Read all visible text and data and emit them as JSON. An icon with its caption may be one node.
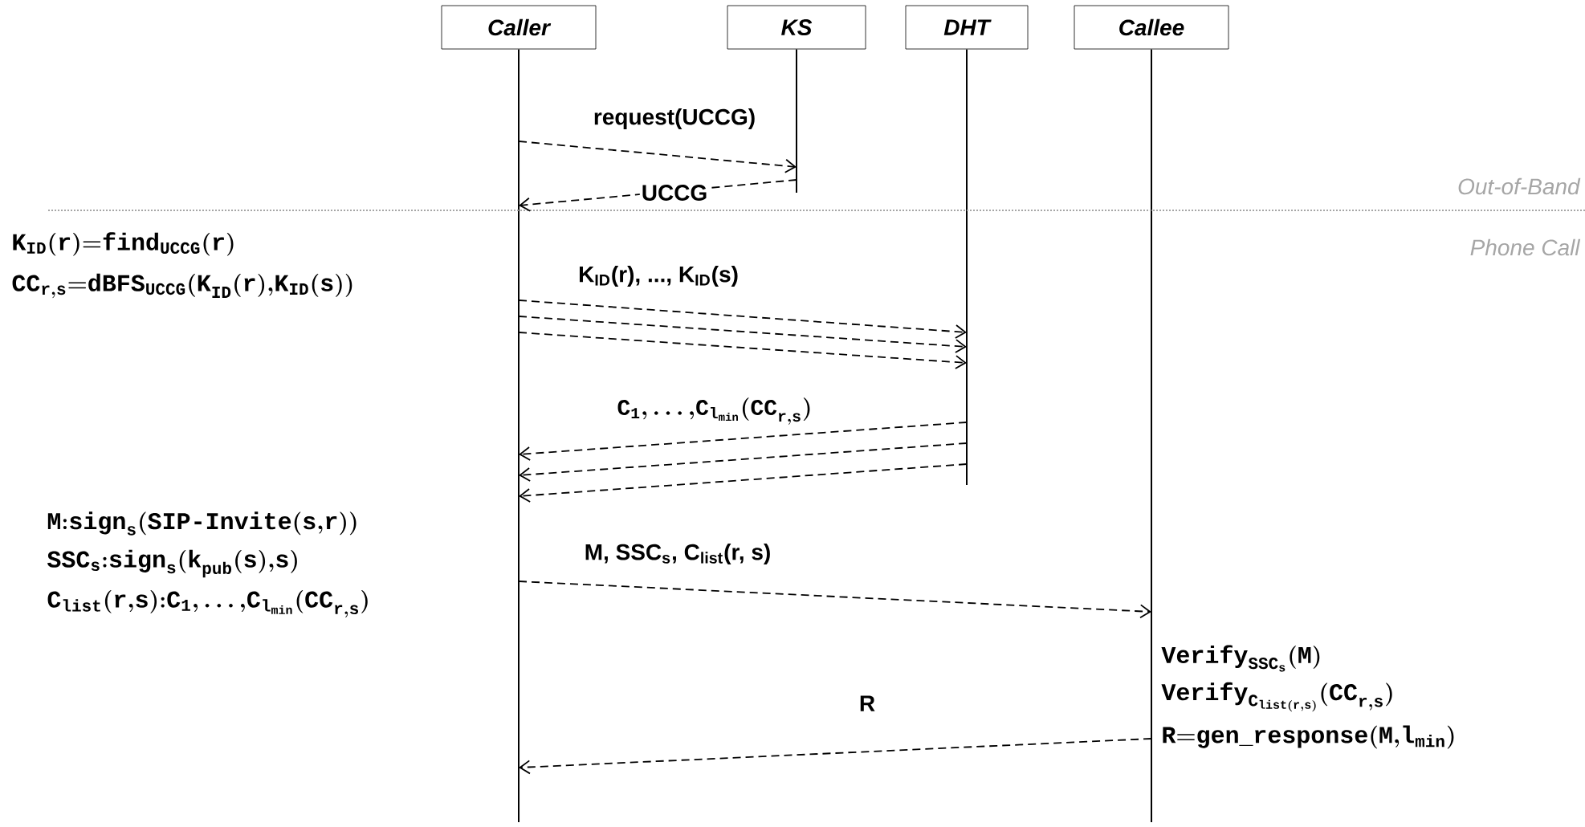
{
  "diagram": {
    "nodes": [
      {
        "text": [
          "Caller"
        ]
      },
      {
        "text": [
          "KS"
        ]
      },
      {
        "text": [
          "DHT"
        ]
      },
      {
        "text": [
          "Callee"
        ]
      }
    ],
    "edges": [
      {
        "from": 0,
        "to": 1,
        "arrow": "to",
        "style": "dashed",
        "label": "request(UCCG)"
      },
      {
        "from": 1,
        "to": 0,
        "arrow": "to",
        "style": "dashed",
        "label": "UCCG"
      },
      {
        "from": 0,
        "to": 2,
        "arrow": "to",
        "style": "dashed",
        "label": "K$_{ID}$(r), ..., K$_{ID}$(s)"
      },
      {
        "from": 0,
        "to": 2,
        "arrow": "to",
        "style": "dashed"
      },
      {
        "from": 0,
        "to": 2,
        "arrow": "to",
        "style": "dashed"
      },
      {
        "from": 2,
        "to": 0,
        "arrow": "to",
        "style": "dashed",
        "label": "\\mathtt{C}_{\\mathtt{1}}{,}\\ldots{,}\\mathtt{C}_{\\mathtt{l}_{\\mathtt{min}}}\\mathtt{(CC}_{\\mathtt{r}{,}\\mathtt{s}}\\mathtt{)}"
      },
      {
        "from": 2,
        "to": 0,
        "arrow": "to",
        "style": "dashed"
      },
      {
        "from": 2,
        "to": 0,
        "arrow": "to",
        "style": "dashed"
      },
      {
        "from": 0,
        "to": 3,
        "arrow": "to",
        "style": "dashed",
        "label": "M, SSC$_{s}$, C$_{list}$(r, s)"
      },
      {
        "from": 3,
        "to": 0,
        "arrow": "to",
        "style": "dashed",
        "label": "R"
      }
    ],
    "labels": [
      "Out-of-Band",
      "\\mathtt{K}_{\\mathtt{ID}}\\mathtt{(r)}{=}\\mathtt{find}_{\\mathtt{UCCG}}\\mathtt{(r)}",
      "Phone Call",
      "\\mathtt{CC}_{\\mathtt{r}{,}\\mathtt{s}}{=}\\mathtt{dBFS}_{\\mathtt{UCCG}}\\mathtt{(K}_{\\mathtt{ID}}\\mathtt{(r)}{,}\\mathtt{K}_{\\mathtt{ID}}\\mathtt{(s))}",
      "\\mathtt{M}{:}\\mathtt{sign}_{\\mathtt{s}}\\mathtt{(SIP}{\\text{\\ttfamily -}}\\mathtt{Invite(s}{,}\\mathtt{r))}",
      "\\mathtt{SSC}_{\\mathtt{s}}{:}\\mathtt{sign}_{\\mathtt{s}}\\mathtt{(k}_{\\mathtt{pub}}\\mathtt{(s)}{,}\\mathtt{s)}",
      "\\mathtt{C}_{\\mathtt{list}}\\mathtt{(r}{,}\\mathtt{s)}{:}\\mathtt{C}_{\\mathtt{1}}{,}\\ldots{,}\\mathtt{C}_{\\mathtt{l}_{\\mathtt{min}}}\\mathtt{(CC}_{\\mathtt{r}{,}\\mathtt{s}}\\mathtt{)}",
      "\\mathtt{Verify}_{\\mathtt{SSC}_{\\mathtt{s}}}\\mathtt{(M)}",
      "\\mathtt{Verify}_{\\mathtt{C}_{\\mathtt{list(r}{,}\\mathtt{s)}}}\\mathtt{(CC}_{\\mathtt{r}{,}\\mathtt{s}}\\mathtt{)}",
      "\\mathtt{R}{=}\\mathtt{gen\\_response(M}{,}\\mathtt{l}_{\\mathtt{min}}\\mathtt{)}"
    ]
  }
}
